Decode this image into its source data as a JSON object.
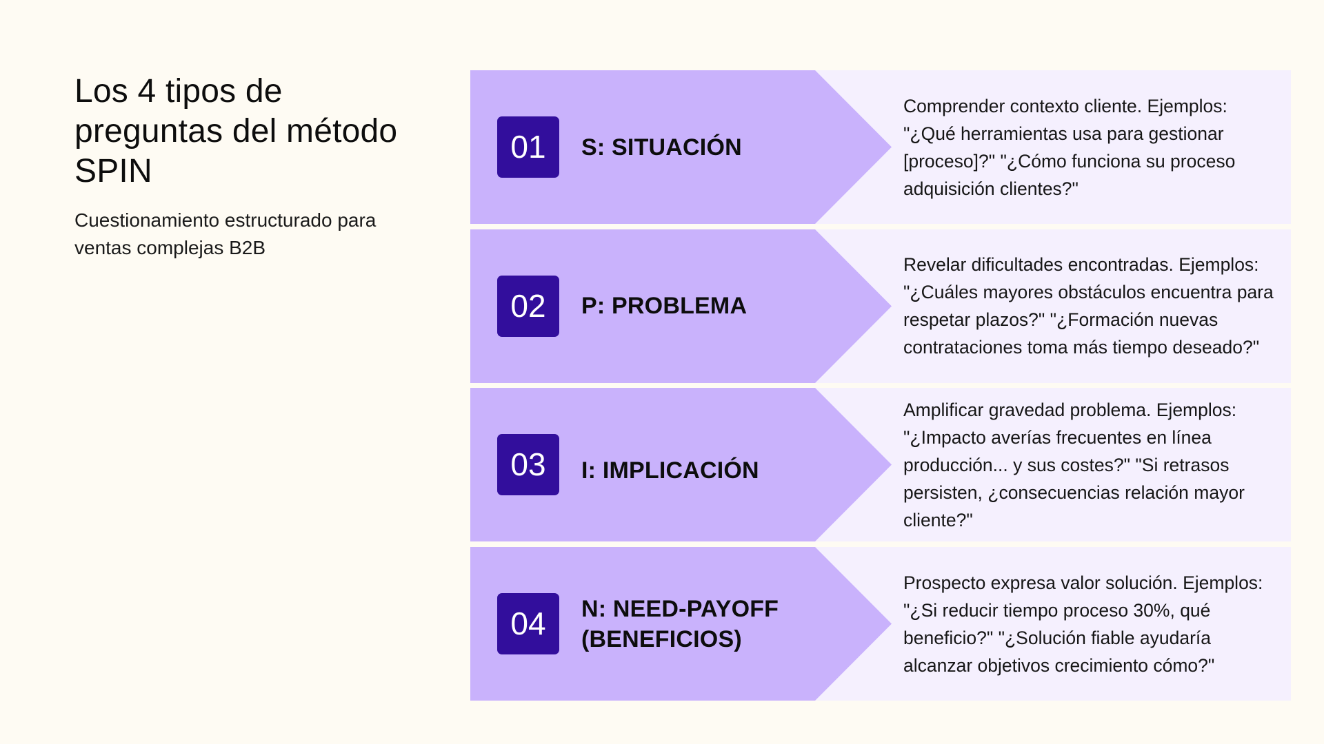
{
  "intro": {
    "title": "Los 4 tipos de preguntas del método SPIN",
    "subtitle": "Cuestionamiento estructurado para ventas complejas B2B"
  },
  "colors": {
    "background": "#FEFBF3",
    "arrow_fill": "#C9B2FC",
    "panel_fill": "#F5F0FE",
    "badge_fill": "#320E9C",
    "badge_text": "#FFFFFF"
  },
  "steps": [
    {
      "number": "01",
      "label": "S: SITUACIÓN",
      "description": "Comprender contexto cliente. Ejemplos: \"¿Qué herramientas usa para gestionar [proceso]?\" \"¿Cómo funciona su proceso adquisición clientes?\""
    },
    {
      "number": "02",
      "label": "P: PROBLEMA",
      "description": "Revelar dificultades encontradas. Ejemplos: \"¿Cuáles mayores obstáculos encuentra para respetar plazos?\" \"¿Formación nuevas contrataciones toma más tiempo deseado?\""
    },
    {
      "number": "03",
      "label": "I: IMPLICACIÓN",
      "description": "Amplificar gravedad problema. Ejemplos: \"¿Impacto averías frecuentes en línea producción... y sus costes?\" \"Si retrasos persisten, ¿consecuencias relación mayor cliente?\""
    },
    {
      "number": "04",
      "label": "N: NEED-PAYOFF (BENEFICIOS)",
      "description": "Prospecto expresa valor solución. Ejemplos: \"¿Si reducir tiempo proceso 30%, qué beneficio?\" \"¿Solución fiable ayudaría alcanzar objetivos crecimiento cómo?\""
    }
  ]
}
